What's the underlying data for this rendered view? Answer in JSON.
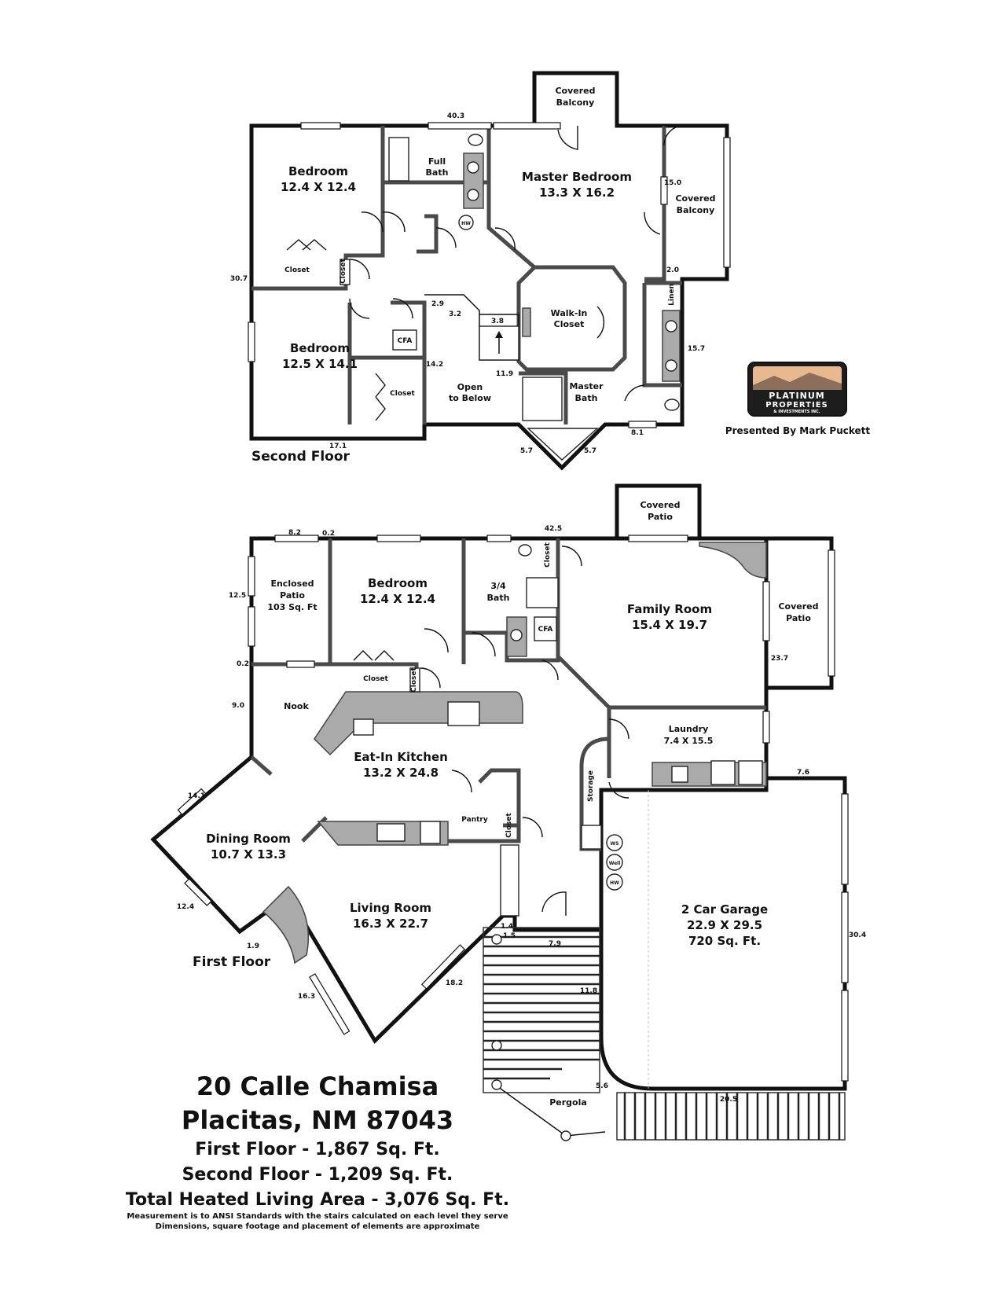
{
  "second_floor": {
    "label": "Second Floor",
    "rooms": {
      "bedroom_a": [
        "Bedroom",
        "12.4 X 12.4"
      ],
      "full_bath": [
        "Full",
        "Bath"
      ],
      "master_bedroom": [
        "Master Bedroom",
        "13.3 X 16.2"
      ],
      "covered_balcony_top": [
        "Covered",
        "Balcony"
      ],
      "covered_balcony_right": [
        "Covered",
        "Balcony"
      ],
      "closet_a": "Closet",
      "closet_b": "Closet",
      "closet_c": "Closet",
      "bedroom_b": [
        "Bedroom",
        "12.5 X 14.1"
      ],
      "cfa": "CFA",
      "walk_in_closet": [
        "Walk-In",
        "Closet"
      ],
      "linen": "Linen",
      "master_bath": [
        "Master",
        "Bath"
      ],
      "open_to_below": [
        "Open",
        "to Below"
      ],
      "hw": "HW"
    },
    "dimensions": [
      "40.3",
      "15.0",
      "2.0",
      "30.7",
      "2.9",
      "3.2",
      "3.8",
      "14.2",
      "11.9",
      "15.7",
      "17.1",
      "8.1",
      "5.7",
      "5.7"
    ]
  },
  "first_floor": {
    "label": "First Floor",
    "rooms": {
      "covered_patio_top": [
        "Covered",
        "Patio"
      ],
      "enclosed_patio": [
        "Enclosed",
        "Patio",
        "103 Sq. Ft"
      ],
      "bedroom": [
        "Bedroom",
        "12.4 X 12.4"
      ],
      "three_quarter_bath": [
        "3/4",
        "Bath"
      ],
      "closet_top": "Closet",
      "cfa": "CFA",
      "family_room": [
        "Family Room",
        "15.4 X 19.7"
      ],
      "covered_patio_right": [
        "Covered",
        "Patio"
      ],
      "closet_mid": "Closet",
      "closet_side": "Closet",
      "nook": "Nook",
      "eat_in_kitchen": [
        "Eat-In Kitchen",
        "13.2 X 24.8"
      ],
      "laundry": [
        "Laundry",
        "7.4 X 15.5"
      ],
      "storage": "Storage",
      "pantry": "Pantry",
      "closet_pantry": "Closet",
      "dining_room": [
        "Dining Room",
        "10.7 X 13.3"
      ],
      "living_room": [
        "Living Room",
        "16.3 X 22.7"
      ],
      "garage": [
        "2 Car Garage",
        "22.9 X 29.5",
        "720 Sq. Ft."
      ],
      "pergola": "Pergola",
      "ws": "WS",
      "well": "Well",
      "hw": "HW"
    },
    "dimensions": [
      "8.2",
      "0.2",
      "42.5",
      "12.5",
      "0.2",
      "9.0",
      "23.7",
      "7.6",
      "14.1",
      "12.4",
      "1.9",
      "16.3",
      "18.2",
      "1.4",
      "1.5",
      "7.9",
      "11.8",
      "5.6",
      "20.5",
      "30.4"
    ]
  },
  "logo": {
    "line1": "PLATINUM",
    "line2": "PROPERTIES",
    "line3": "& INVESTMENTS INC.",
    "presented_by": "Presented By Mark Puckett"
  },
  "footer": {
    "address_line1": "20 Calle Chamisa",
    "address_line2": "Placitas, NM 87043",
    "first_floor_area": "First Floor - 1,867 Sq. Ft.",
    "second_floor_area": "Second Floor - 1,209 Sq. Ft.",
    "total_area": "Total Heated Living Area - 3,076 Sq. Ft.",
    "note1": "Measurement is to ANSI Standards with the stairs calculated on each level they serve",
    "note2": "Dimensions, square footage and placement of elements are approximate"
  }
}
